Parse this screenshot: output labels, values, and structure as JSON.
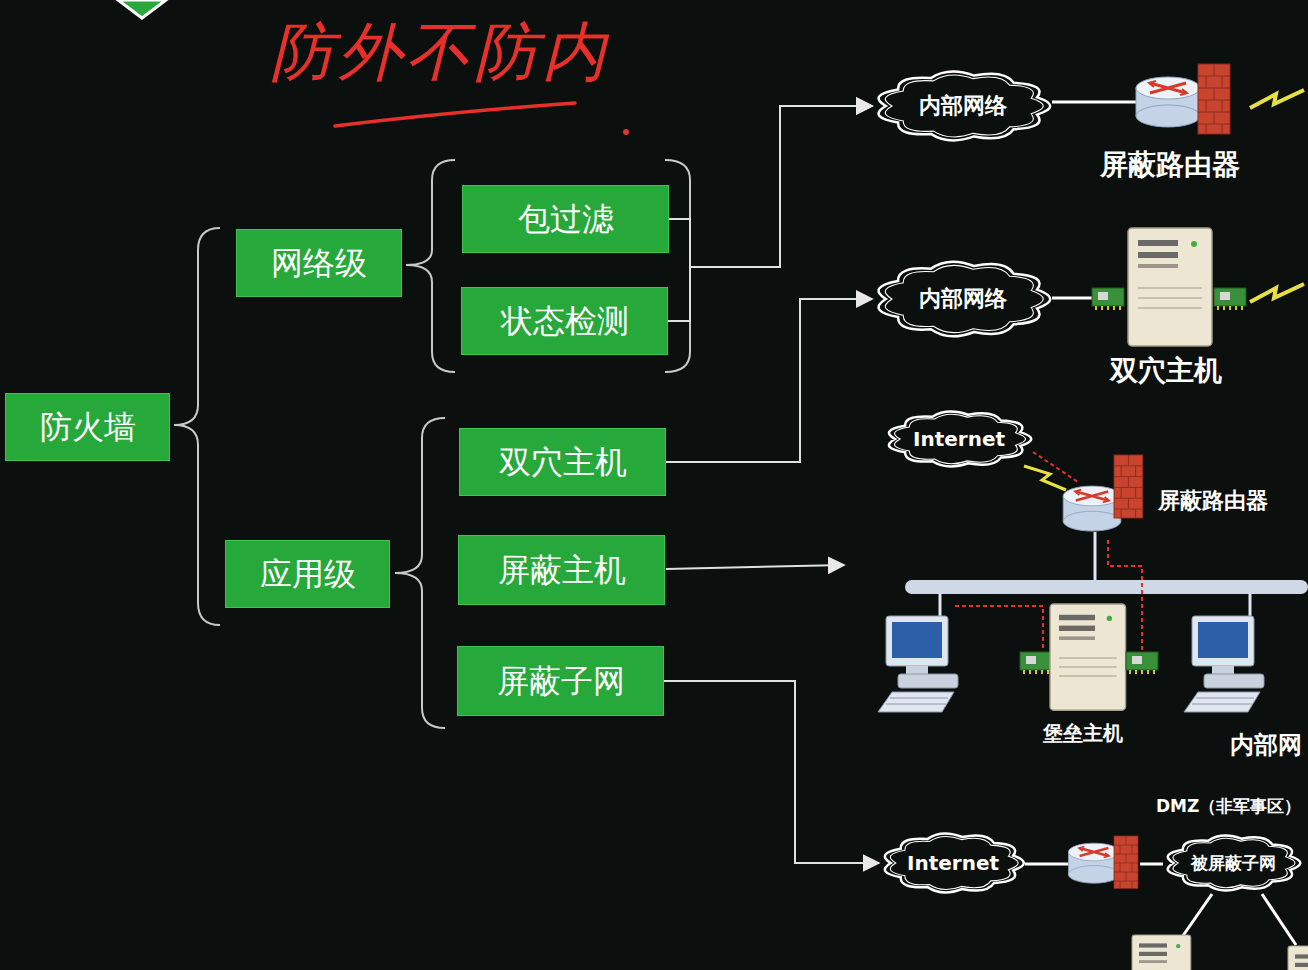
{
  "diagram": {
    "nodes": [
      {
        "text": [
          "防火墙"
        ]
      },
      {
        "text": [
          "网络级"
        ]
      },
      {
        "text": [
          "应用级"
        ]
      },
      {
        "text": [
          "包过滤"
        ]
      },
      {
        "text": [
          "状态检测"
        ]
      },
      {
        "text": [
          "双穴主机"
        ]
      },
      {
        "text": [
          "屏蔽主机"
        ]
      },
      {
        "text": [
          "屏蔽子网"
        ]
      },
      {
        "text": [
          "内部网络"
        ]
      },
      {
        "text": [
          "内部网络"
        ]
      },
      {
        "text": [
          "Internet"
        ]
      },
      {
        "text": [
          "Internet"
        ]
      },
      {
        "text": [
          "被屏蔽子网"
        ]
      }
    ],
    "edges": [
      {
        "from": 3,
        "to": 8,
        "arrow": "to"
      },
      {
        "from": 4,
        "to": 8,
        "arrow": "to"
      },
      {
        "from": 5,
        "to": 9,
        "arrow": "to"
      },
      {
        "from": 7,
        "to": 11,
        "arrow": "to"
      }
    ],
    "labels": [
      "防外不防内",
      "屏蔽路由器",
      "双穴主机",
      "屏蔽路由器",
      "堡垒主机",
      "内部网",
      "DMZ（非军事区）"
    ]
  }
}
